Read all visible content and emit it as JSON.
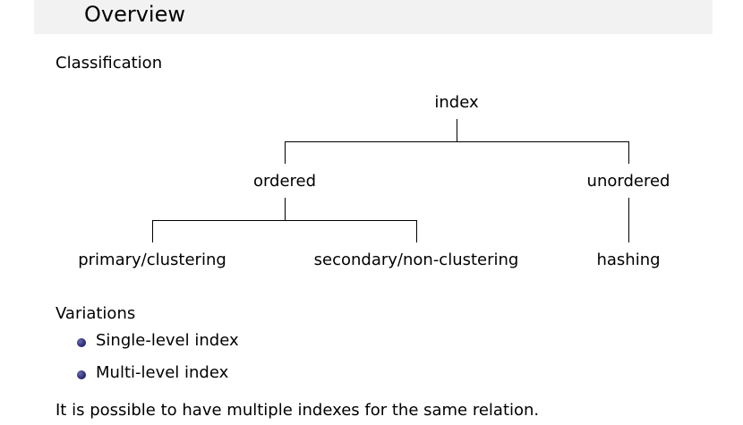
{
  "slide": {
    "title": "Overview"
  },
  "classification": {
    "heading": "Classification",
    "tree": {
      "root": "index",
      "ordered": "ordered",
      "unordered": "unordered",
      "primary": "primary/clustering",
      "secondary": "secondary/non-clustering",
      "hashing": "hashing"
    }
  },
  "variations": {
    "heading": "Variations",
    "items": [
      "Single-level index",
      "Multi-level index"
    ]
  },
  "footer": {
    "text": "It is possible to have multiple indexes for the same relation."
  },
  "colors": {
    "title_bar": "#f2f2f2",
    "bullet": "#2b2b7a",
    "text": "#000000"
  }
}
